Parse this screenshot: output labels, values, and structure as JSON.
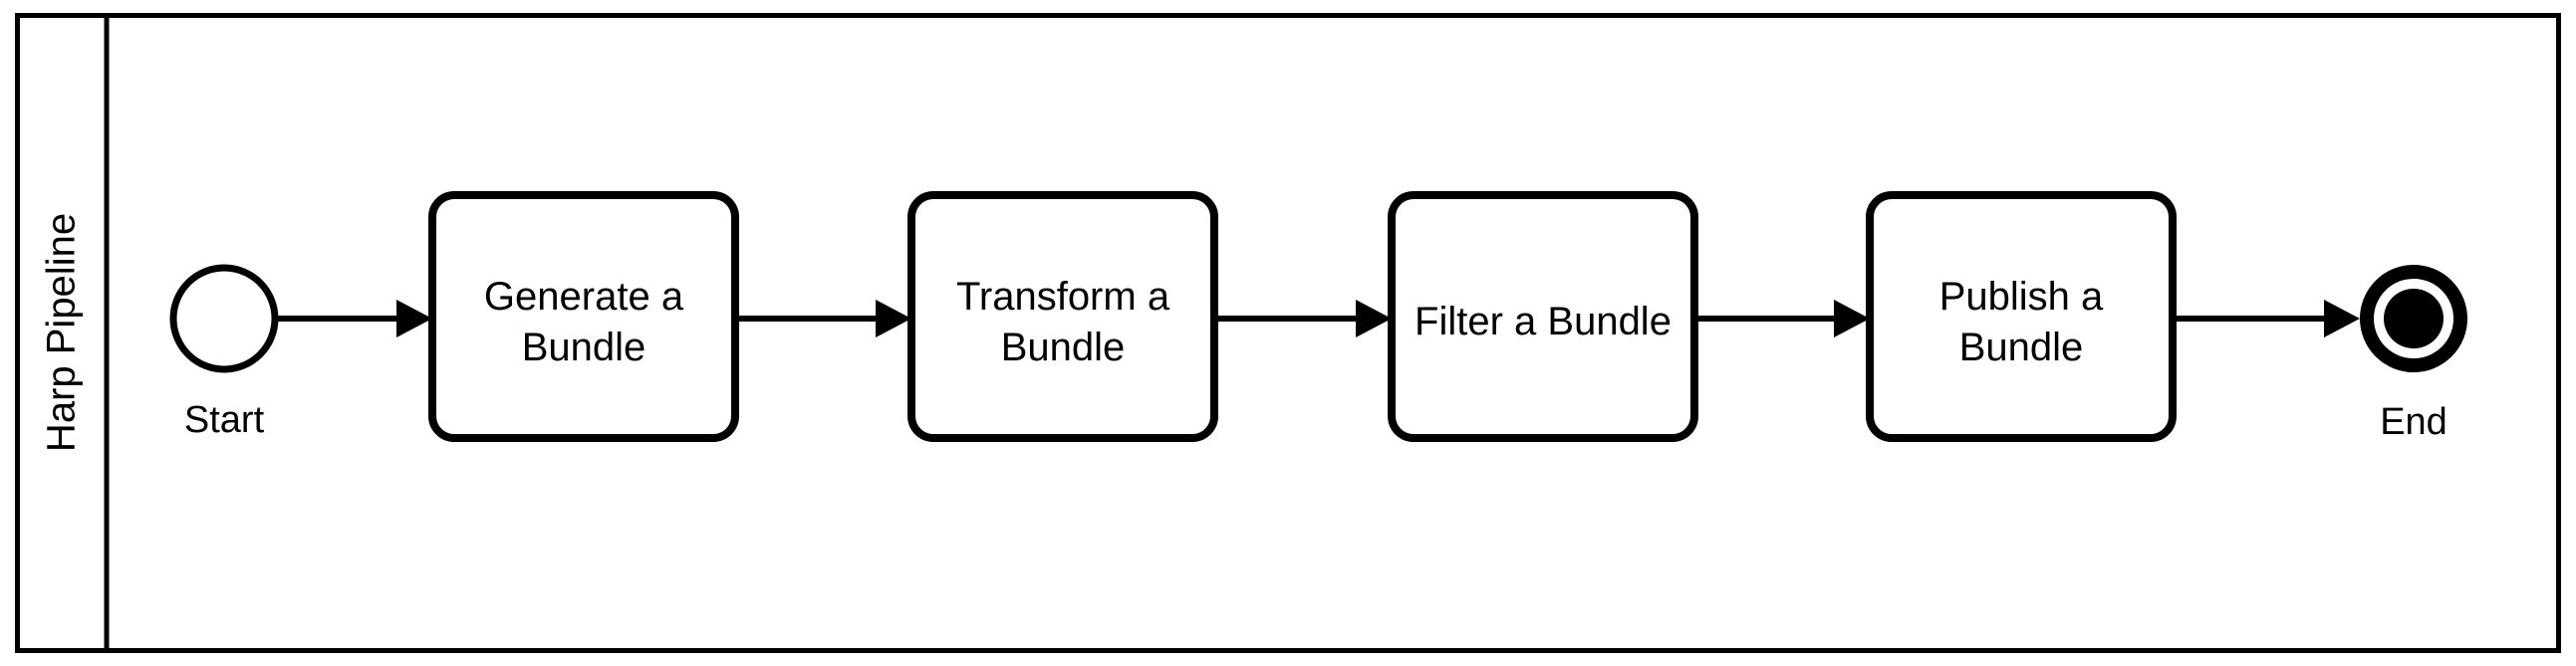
{
  "diagram": {
    "type": "bpmn-process",
    "pool": {
      "lane_label": "Harp Pipeline"
    },
    "colors": {
      "stroke": "#000000",
      "fill": "#ffffff",
      "background": "#ffffff"
    },
    "nodes": {
      "start": {
        "kind": "start-event",
        "label": "Start"
      },
      "tasks": [
        {
          "label_line1": "Generate a",
          "label_line2": "Bundle",
          "full_label": "Generate a Bundle"
        },
        {
          "label_line1": "Transform a",
          "label_line2": "Bundle",
          "full_label": "Transform a Bundle"
        },
        {
          "label_line1": "Filter a Bundle",
          "label_line2": "",
          "full_label": "Filter a Bundle"
        },
        {
          "label_line1": "Publish a",
          "label_line2": "Bundle",
          "full_label": "Publish a Bundle"
        }
      ],
      "end": {
        "kind": "end-event",
        "label": "End"
      }
    },
    "flows": [
      {
        "from": "Start",
        "to": "Generate a Bundle"
      },
      {
        "from": "Generate a Bundle",
        "to": "Transform a Bundle"
      },
      {
        "from": "Transform a Bundle",
        "to": "Filter a Bundle"
      },
      {
        "from": "Filter a Bundle",
        "to": "Publish a Bundle"
      },
      {
        "from": "Publish a Bundle",
        "to": "End"
      }
    ]
  }
}
